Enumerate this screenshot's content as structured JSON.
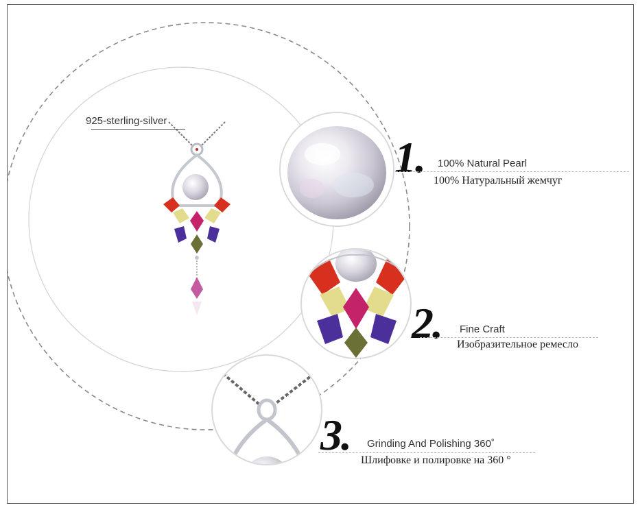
{
  "silver_label": "925-sterling-silver",
  "features": [
    {
      "number": "1.",
      "title_en": "100% Natural Pearl",
      "title_ru": "100% Натуральный жемчуг"
    },
    {
      "number": "2.",
      "title_en": "Fine Craft",
      "title_ru": "Изобразительное ремесло"
    },
    {
      "number": "3.",
      "title_en": "Grinding And Polishing 360˚",
      "title_ru": "Шлифовке и полировке на 360 °"
    }
  ],
  "colors": {
    "pearl": "#e9e7ee",
    "silver": "#c9ccd2",
    "ruby": "#d8301e",
    "citrine": "#e3dc8c",
    "amethyst": "#4b2f9a",
    "rhodolite": "#c4236a",
    "peridot": "#6b7036",
    "pink": "#c45aa0"
  }
}
